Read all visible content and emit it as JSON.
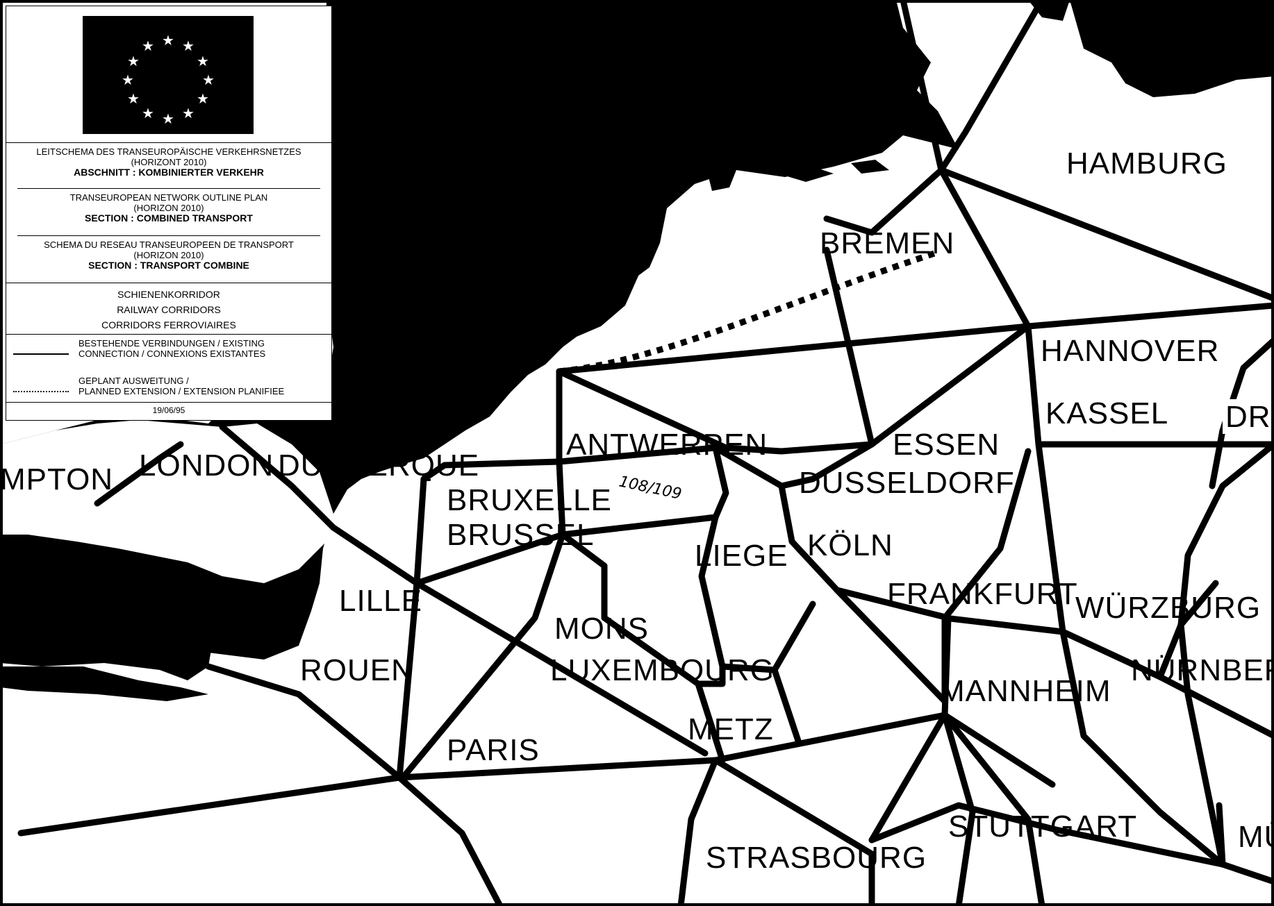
{
  "legend": {
    "flag_icon": "eu-flag-icon",
    "title_de": "LEITSCHEMA DES TRANSEUROPÄISCHE VERKEHRSNETZES",
    "horizon_de": "(HORIZONT 2010)",
    "section_de": "ABSCHNITT : KOMBINIERTER VERKEHR",
    "title_en": "TRANSEUROPEAN NETWORK OUTLINE PLAN",
    "horizon_en": "(HORIZON 2010)",
    "section_en": "SECTION : COMBINED TRANSPORT",
    "title_fr": "SCHEMA DU RESEAU TRANSEUROPEEN DE TRANSPORT",
    "horizon_fr": "(HORIZON 2010)",
    "section_fr": "SECTION : TRANSPORT COMBINE",
    "corridor_de": "SCHIENENKORRIDOR",
    "corridor_en": "RAILWAY CORRIDORS",
    "corridor_fr": "CORRIDORS FERROVIAIRES",
    "existing_line1": "BESTEHENDE VERBINDUNGEN / EXISTING",
    "existing_line2": "CONNECTION / CONNEXIONS EXISTANTES",
    "planned_line1": "GEPLANT AUSWEITUNG /",
    "planned_line2": "PLANNED EXTENSION / EXTENSION PLANIFIEE",
    "date": "19/06/95"
  },
  "cities": {
    "hamburg": "HAMBURG",
    "bremen": "BREMEN",
    "hannover": "HANNOVER",
    "kassel": "KASSEL",
    "essen": "ESSEN",
    "dusseldorf": "DUSSELDORF",
    "koln": "KÖLN",
    "antwerpen": "ANTWERPEN",
    "bruxelles": "BRUXELLE",
    "brussel": "BRUSSEL",
    "liege": "LIEGE",
    "london": "LONDON",
    "dunkerque": "DUNKERQUE",
    "mpton": "MPTON",
    "lille": "LILLE",
    "rouen": "ROUEN",
    "mons": "MONS",
    "luxembourg": "LUXEMBOURG",
    "metz": "METZ",
    "paris": "PARIS",
    "frankfurt": "FRANKFURT",
    "wurzburg": "WÜRZBURG",
    "nurnberg": "NÜRNBERG",
    "mannheim": "MANNHEIM",
    "stuttgart": "STUTTGART",
    "strasbourg": "STRASBOURG",
    "dre": "DRE",
    "mu": "MÜ"
  },
  "annotation": "108/109"
}
